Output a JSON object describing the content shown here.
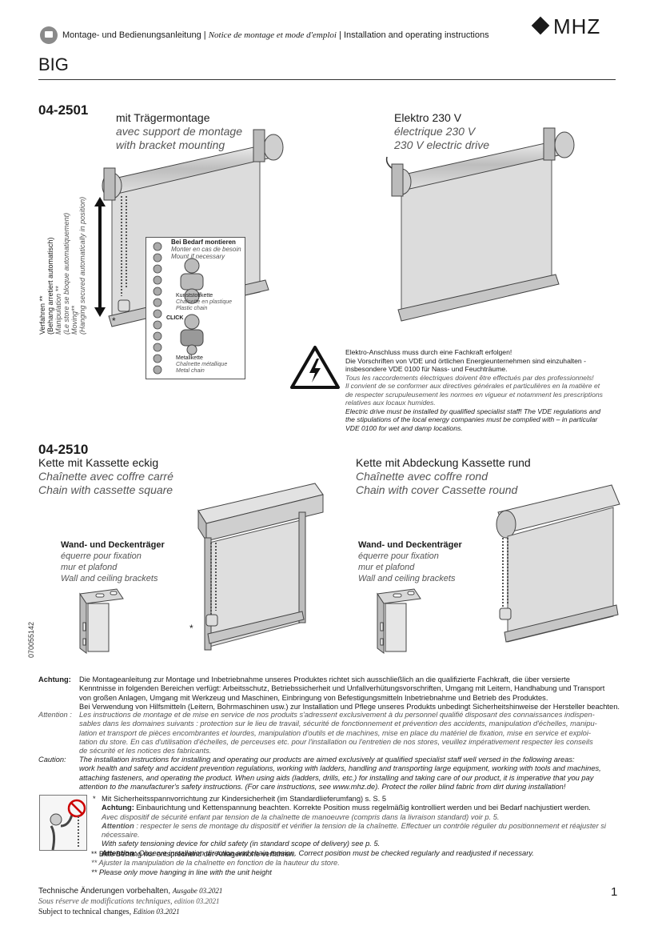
{
  "header": {
    "de": "Montage- und Bedienungsanleitung",
    "sep": "|",
    "fr": "Notice de montage et mode d'emploi",
    "en": "Installation and operating instructions",
    "logo": "MHZ",
    "product": "BIG"
  },
  "section1": {
    "code": "04-2501",
    "left_title": {
      "de": "mit Trägermontage",
      "fr": "avec support de montage",
      "en": "with bracket mounting"
    },
    "right_title": {
      "de": "Elektro 230 V",
      "fr": "électrique 230 V",
      "en": "230 V electric drive"
    },
    "callout": {
      "title_de": "Bei Bedarf montieren",
      "title_fr": "Monter en cas de besoin",
      "title_en": "Mount if necessary",
      "plastic_de": "Kunststoffkette",
      "plastic_fr": "Chaînette en plastique",
      "plastic_en": "Plastic chain",
      "click": "CLICK",
      "metal_de": "Metallkette",
      "metal_fr": "Chaînette métallique",
      "metal_en": "Metal chain"
    },
    "side_text": {
      "l1": "Verfahren **",
      "l2": "(Behang arretiert automatisch)",
      "l3": "Manipulation **",
      "l4": "(Le store se bloque automatiquement)",
      "l5": "Moving**",
      "l6": "(Hanging secured automatically in position)"
    },
    "star": "*",
    "warning": {
      "de1": "Elektro-Anschluss muss durch eine Fachkraft erfolgen!",
      "de2": "Die Vorschriften von VDE und örtlichen Energieunternehmen sind einzuhalten -",
      "de3": "insbesondere VDE 0100 für Nass- und Feuchträume.",
      "fr1": "Tous les raccordements électriques doivent être effectués par des professionnels!",
      "fr2": "Il convient de se conformer aux directives générales et particulières en la matière et",
      "fr3": "de respecter scrupuleusement les normes en vigueur et notamment les prescriptions",
      "fr4": "relatives aux locaux humides.",
      "en1": "Electric drive must be installed by qualified specialist staff! The VDE regulations and",
      "en2": "the stipulations of the local energy companies must be complied with – in particular",
      "en3": "VDE 0100 for wet and damp locations."
    }
  },
  "section2": {
    "code": "04-2510",
    "left_title": {
      "de": "Kette mit Kassette eckig",
      "fr": "Chaînette avec coffre carré",
      "en": "Chain with cassette square"
    },
    "right_title": {
      "de": "Kette mit Abdeckung Kassette rund",
      "fr": "Chaînette avec coffre rond",
      "en": "Chain with cover Cassette round"
    },
    "bracket_left": {
      "de": "Wand- und Deckenträger",
      "fr": "équerre pour fixation",
      "fr2": "mur et plafond",
      "en": "Wall and ceiling brackets"
    },
    "bracket_right": {
      "de": "Wand- und Deckenträger",
      "fr": "équerre pour fixation",
      "fr2": "mur et plafond",
      "en": "Wall and ceiling brackets"
    },
    "star": "*"
  },
  "doc_number": "070055142",
  "notes": {
    "achtung_label": "Achtung:",
    "achtung": [
      "Die Montageanleitung zur Montage und Inbetriebnahme unseres Produktes richtet sich ausschließlich an die qualifizierte Fachkraft, die über versierte",
      "Kenntnisse in folgenden Bereichen verfügt: Arbeitsschutz, Betriebssicherheit und Unfallverhütungsvorschriften, Umgang mit Leitern, Handhabung und Transport",
      "von großen Anlagen, Umgang mit Werkzeug und Maschinen, Einbringung von Befestigungsmitteln Inbetriebnahme und Betrieb des Produktes.",
      "Bei Verwendung von Hilfsmitteln (Leitern, Bohrmaschinen usw.) zur Installation und Pflege unseres Produkts unbedingt Sicherheitshinweise der Hersteller beachten."
    ],
    "attention_label": "Attention :",
    "attention": [
      "Les instructions de montage et de mise en service de nos produits s'adressent exclusivement à du personnel qualifié disposant des connaissances indispen-",
      "sables dans les domaines suivants : protection sur le lieu de travail, sécurité de fonctionnement et prévention des accidents, manipulation d'échelles, manipu-",
      "lation et transport de pièces encombrantes et lourdes, manipulation d'outils et de machines, mise en place du matériel de fixation, mise en service et exploi-",
      "tation du store. En cas d'utilisation d'échelles, de perceuses etc. pour l'installation ou l'entretien de nos stores, veuillez impérativement respecter les conseils",
      "de sécurité et les notices des fabricants."
    ],
    "caution_label": "Caution:",
    "caution": [
      "The installation instructions for installing and operating our products are aimed exclusively at qualified specialist staff well versed in the following areas:",
      "work health and safety and accident prevention regulations, working with ladders, handling and transporting large equipment, working with tools and machines,",
      "attaching fasteners, and operating the product. When using aids (ladders, drills, etc.) for installing and taking care of our product, it is imperative that you pay",
      "attention to the manufacturer's safety instructions. (For care instructions, see www.mhz.de). Protect the roller blind fabric from dirt during installation!"
    ],
    "star1_de": "Mit Sicherheitsspannvorrichtung zur Kindersicherheit (im Standardlieferumfang) s. S. 5",
    "star1_de_b_label": "Achtung:",
    "star1_de_b": "Einbaurichtung und Kettenspannung beachten. Korrekte Position muss regelmäßig kontrolliert werden und bei Bedarf nachjustiert werden.",
    "star1_fr": "Avec dispositif de sécurité enfant par tension de la chaînette de manoeuvre (compris dans la livraison standard) voir p. 5.",
    "star1_fr_b_label": "Attention",
    "star1_fr_b": ": respecter le sens de montage du dispositif et vérifier la tension de la chaînette. Effectuer un contrôle régulier du positionnement et réajuster si nécessaire.",
    "star1_en": "With safety tensioning device for child safety (in standard scope of delivery) see p. 5.",
    "star1_en_b_label": "Attention:",
    "star1_en_b": "Observe installation direction and chain tension. Correct position must be checked regularly and readjusted if necessary.",
    "star_mark": "*",
    "dstar_mark": "**",
    "star2_de": "Bitte Behang nur entsprechend der Anlagenhöhe verfahren.",
    "star2_fr": "Ajuster la manipulation de la chaînette en fonction de la hauteur du store.",
    "star2_en": "Please only move hanging in line with the unit height"
  },
  "footer": {
    "de": "Technische Änderungen vorbehalten,",
    "de_ed": "Ausgabe 03.2021",
    "fr": "Sous réserve de modifications techniques,",
    "fr_ed": "edition 03.2021",
    "en": "Subject to technical changes,",
    "en_ed": "Edition 03.2021",
    "page": "1"
  }
}
